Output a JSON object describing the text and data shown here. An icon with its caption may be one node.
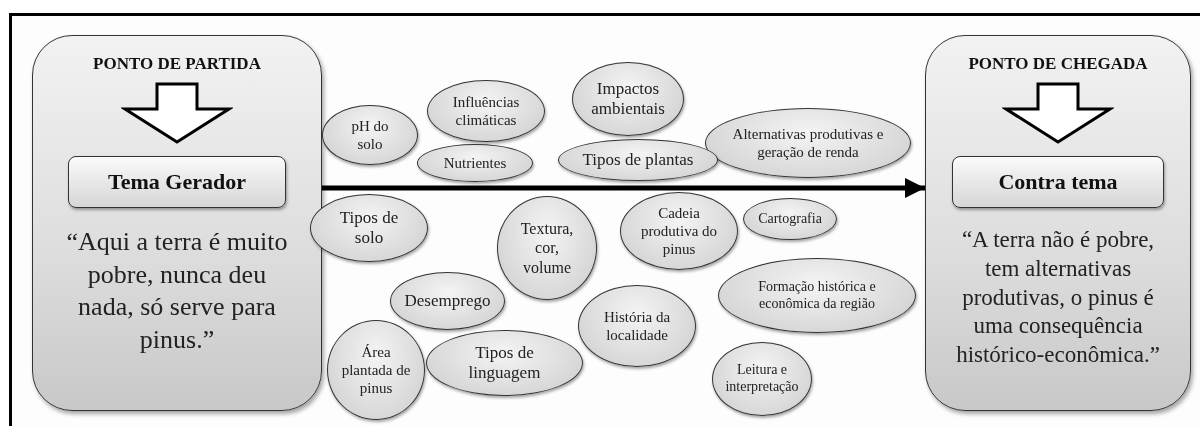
{
  "diagram": {
    "nodes": [
      {
        "text": [
          "PONTO DE PARTIDA",
          "“Aqui a terra é muito pobre, nunca deu nada, só serve para pinus.”"
        ]
      },
      {
        "text": [
          "Tema Gerador"
        ],
        "in": 0
      },
      {
        "text": [
          "PONTO DE CHEGADA",
          "“A terra não é pobre, tem alternativas produtivas, o pinus é uma consequência histórico-econômica.”"
        ]
      },
      {
        "text": [
          "Contra tema"
        ],
        "in": 2
      },
      {
        "text": [
          "pH do solo"
        ]
      },
      {
        "text": [
          "Influências climáticas"
        ]
      },
      {
        "text": [
          "Impactos ambientais"
        ]
      },
      {
        "text": [
          "Alternativas produtivas e geração de renda"
        ]
      },
      {
        "text": [
          "Nutrientes"
        ]
      },
      {
        "text": [
          "Tipos de plantas"
        ]
      },
      {
        "text": [
          "Tipos de solo"
        ]
      },
      {
        "text": [
          "Textura, cor, volume"
        ]
      },
      {
        "text": [
          "Cadeia produtiva do pinus"
        ]
      },
      {
        "text": [
          "Cartografia"
        ]
      },
      {
        "text": [
          "Desemprego"
        ]
      },
      {
        "text": [
          "Formação histórica e econômica da região"
        ]
      },
      {
        "text": [
          "História da localidade"
        ]
      },
      {
        "text": [
          "Área plantada de pinus"
        ]
      },
      {
        "text": [
          "Tipos de linguagem"
        ]
      },
      {
        "text": [
          "Leitura e interpretação"
        ]
      }
    ],
    "edges": [
      {
        "from": 0,
        "to": 2,
        "arrow": "to"
      },
      {
        "from": null,
        "to": 1,
        "arrow": "to"
      },
      {
        "from": null,
        "to": 3,
        "arrow": "to"
      }
    ]
  }
}
